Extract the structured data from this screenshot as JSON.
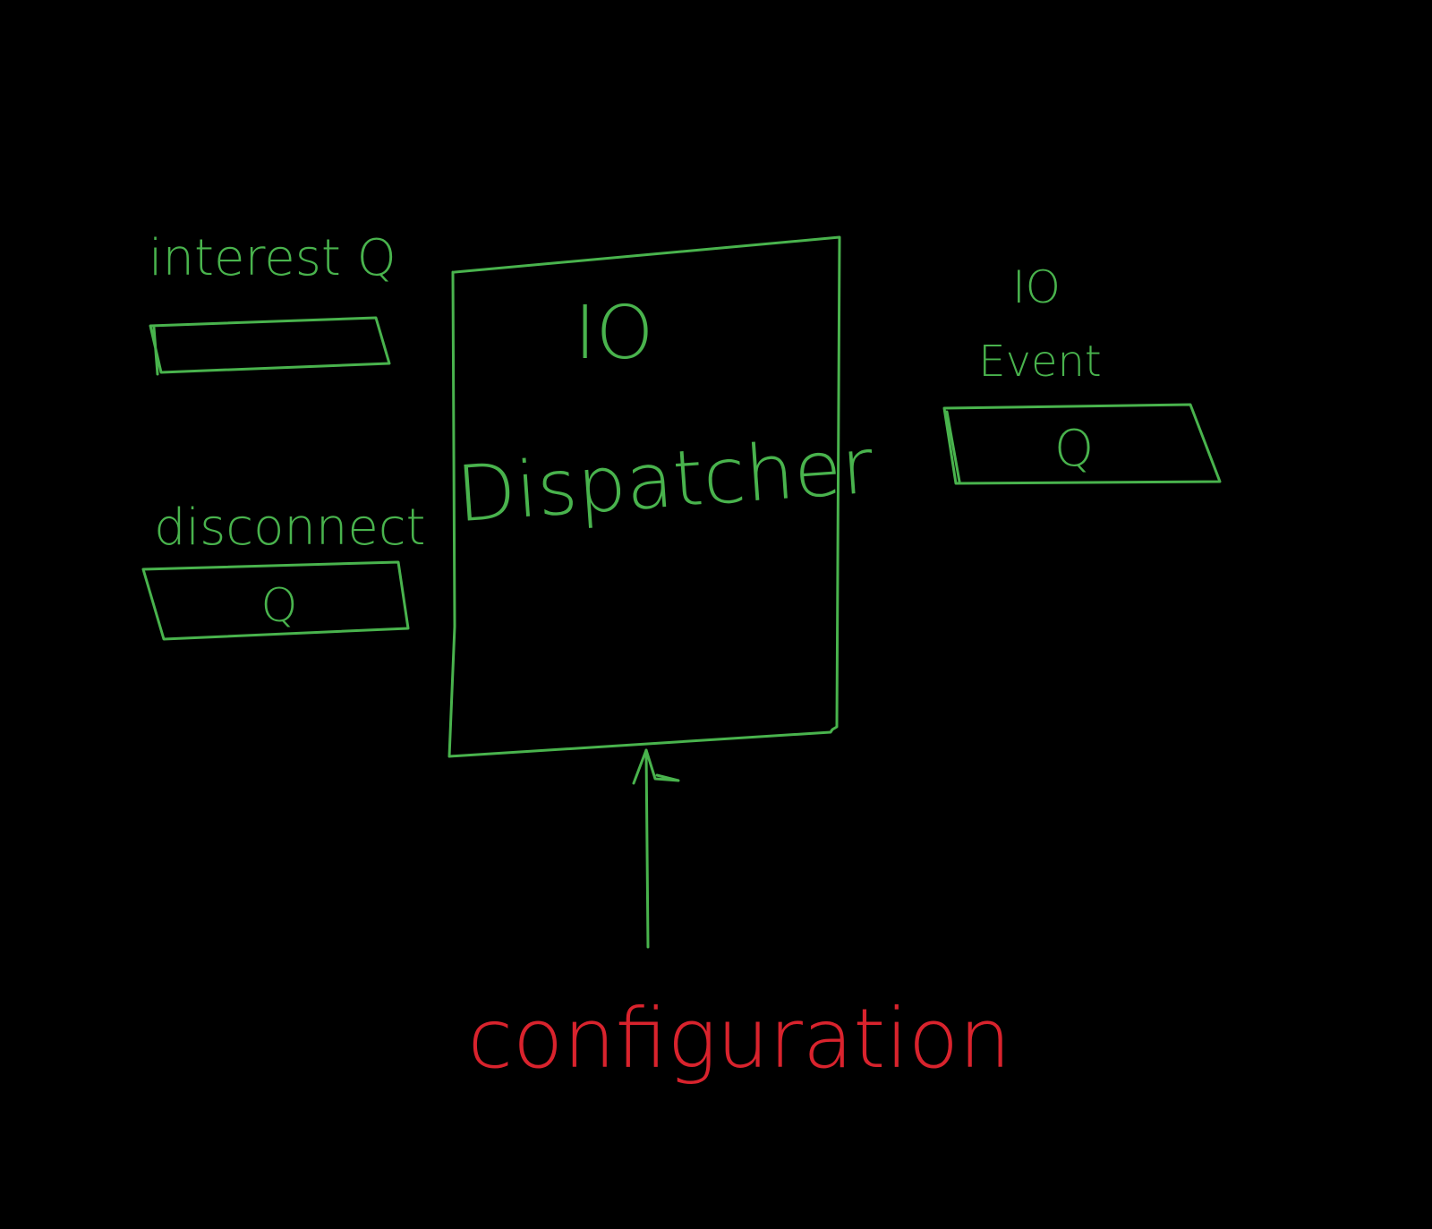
{
  "diagram": {
    "background_color": "#000000",
    "ink_color": "#49b34d",
    "accent_color": "#d9232d",
    "dispatcher": {
      "line1": "IO",
      "line2": "Dispatcher"
    },
    "interest_queue": {
      "label": "interest Q",
      "inner": ""
    },
    "disconnect_queue": {
      "label": "disconnect",
      "inner": "Q"
    },
    "event_queue": {
      "label_line1": "IO",
      "label_line2": "Event",
      "inner": "Q"
    },
    "configuration": {
      "label": "configuration"
    }
  }
}
